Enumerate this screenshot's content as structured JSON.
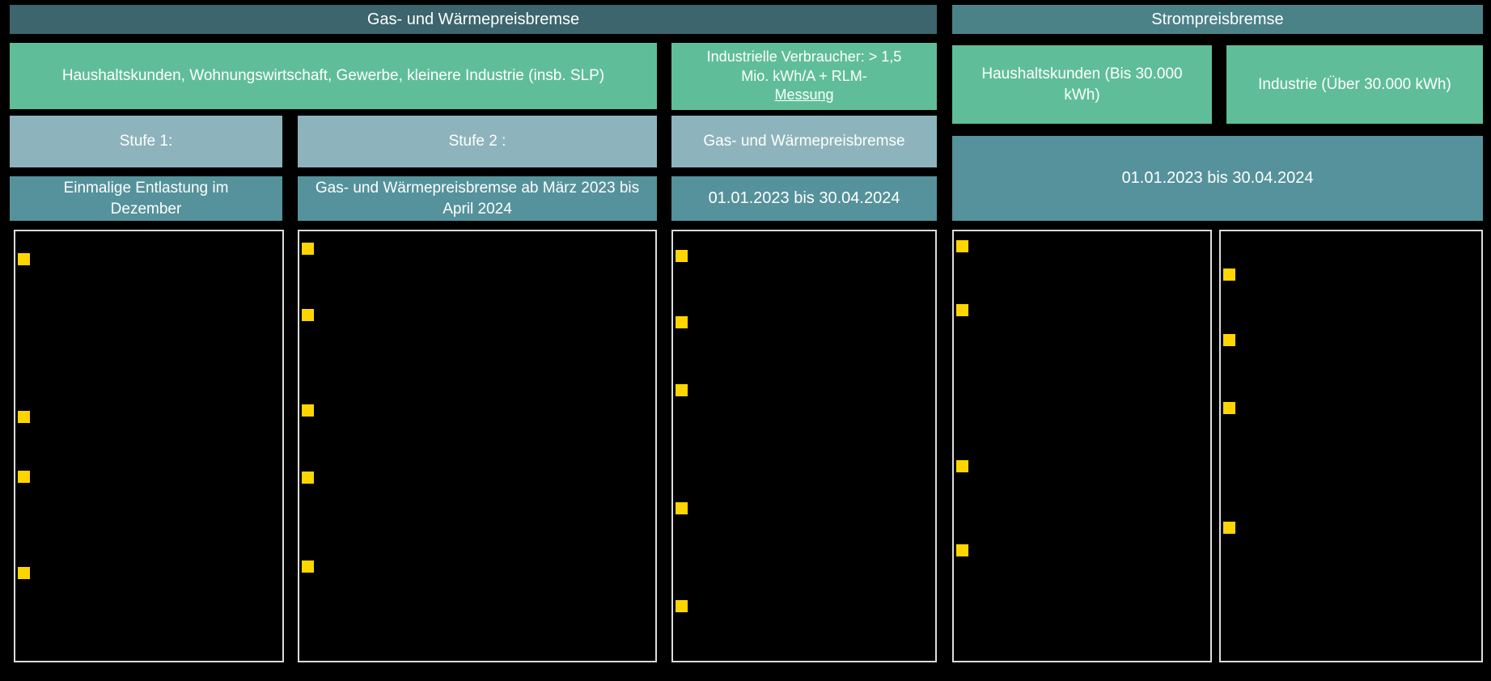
{
  "colors": {
    "header-dark": "#3C656D",
    "header-teal": "#4B8288",
    "green": "#5FBE99",
    "bluegray": "#8DB4BC",
    "teal": "#55929B",
    "bullet-yellow": "#FFD500",
    "box-border": "#DCDCDC",
    "background": "#000000",
    "text": "#FFFFFF"
  },
  "headers": {
    "gas_heat": "Gas- und Wärmepreisbremse",
    "electricity": "Strompreisbremse"
  },
  "customer_groups": {
    "households": "Haushaltskunden, Wohnungswirtschaft, Gewerbe, kleinere Industrie (insb. SLP)",
    "industrial_main": "Industrielle Verbraucher:  > 1,5 Mio. kWh/A + RLM-",
    "industrial_underlined": "Messung",
    "power_households": "Haushaltskunden (Bis 30.000 kWh)",
    "power_industry": "Industrie (Über 30.000 kWh)"
  },
  "stages": {
    "stage1": "Stufe 1:",
    "stage2": "Stufe 2 :",
    "gas_heat_brake": "Gas- und Wärmepreisbremse"
  },
  "periods": {
    "stage1_relief": "Einmalige Entlastung im Dezember",
    "stage2_period": "Gas- und Wärmepreisbremse ab März 2023 bis April 2024",
    "industrial_period": "01.01.2023 bis 30.04.2024",
    "power_period": "01.01.2023 bis 30.04.2024"
  },
  "content_columns": [
    {
      "name": "stage1-details",
      "bullet_y": [
        27,
        222,
        296,
        415
      ]
    },
    {
      "name": "stage2-details",
      "bullet_y": [
        14,
        96,
        214,
        297,
        407
      ]
    },
    {
      "name": "industrial-details",
      "bullet_y": [
        23,
        105,
        189,
        335,
        456
      ]
    },
    {
      "name": "power-households-details",
      "bullet_y": [
        11,
        90,
        283,
        387
      ]
    },
    {
      "name": "power-industry-details",
      "bullet_y": [
        46,
        127,
        211,
        359
      ]
    }
  ]
}
